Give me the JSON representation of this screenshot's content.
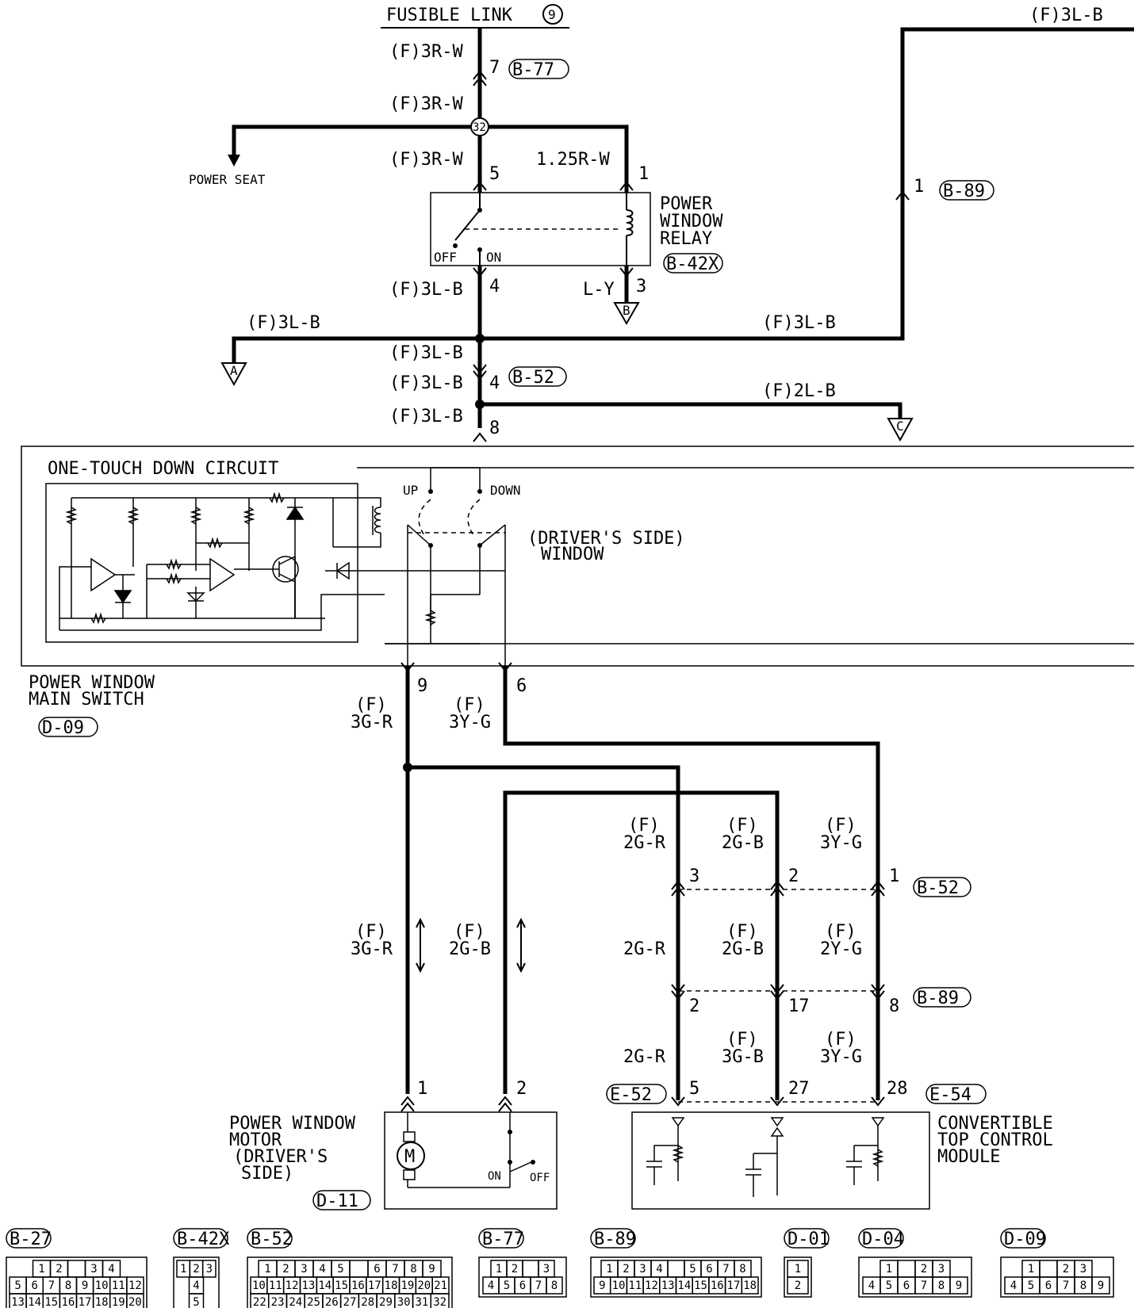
{
  "title": "FUSIBLE LINK",
  "fusible_link_num": "9",
  "top_right_wire": "(F)3L-B",
  "wires": {
    "w_3rw_a": "(F)3R-W",
    "w_3rw_b": "(F)3R-W",
    "w_3rw_c": "(F)3R-W",
    "w_125rw": "1.25R-W",
    "w_3lb_relay": "(F)3L-B",
    "w_ly": "L-Y",
    "w_3lb_left": "(F)3L-B",
    "w_3lb_right": "(F)3L-B",
    "w_3lb_d": "(F)3L-B",
    "w_3lb_e": "(F)3L-B",
    "w_3lb_f": "(F)3L-B",
    "w_2lb": "(F)2L-B",
    "w_3gr_f": "(F)",
    "w_3gr": "3G-R",
    "w_3yg_f": "(F)",
    "w_3yg": "3Y-G",
    "w_3gr2_f": "(F)",
    "w_3gr2": "3G-R",
    "w_2gb_f": "(F)",
    "w_2gb": "2G-B",
    "c1_f": "(F)",
    "c1": "2G-R",
    "c2_f": "(F)",
    "c2": "2G-B",
    "c3_f": "(F)",
    "c3": "3Y-G",
    "m1": "2G-R",
    "m2_f": "(F)",
    "m2": "2G-B",
    "m3_f": "(F)",
    "m3": "2Y-G",
    "b1": "2G-R",
    "b2_f": "(F)",
    "b2": "3G-B",
    "b3_f": "(F)",
    "b3": "3Y-G"
  },
  "pins": {
    "p7": "7",
    "p5": "5",
    "p1r": "1",
    "p4r": "4",
    "p3r": "3",
    "p1b89": "1",
    "p4b52": "4",
    "p8": "8",
    "p9": "9",
    "p6": "6",
    "pc3": "3",
    "pc2": "2",
    "pc1": "1",
    "pm2": "2",
    "pm17": "17",
    "pm8": "8",
    "pb5": "5",
    "pb27": "27",
    "pb28": "28",
    "pmot1": "1",
    "pmot2": "2"
  },
  "connectors": {
    "b77": "B-77",
    "b89": "B-89",
    "b42x": "B-42X",
    "b52": "B-52",
    "b52b": "B-52",
    "b89b": "B-89",
    "e52": "E-52",
    "e54": "E-54",
    "d09": "D-09",
    "d11": "D-11"
  },
  "labels": {
    "power_seat": "POWER SEAT",
    "relay_1": "POWER",
    "relay_2": "WINDOW",
    "relay_3": "RELAY",
    "off": "OFF",
    "on": "ON",
    "gnd_a": "A",
    "gnd_b": "B",
    "gnd_c": "C",
    "one_touch": "ONE-TOUCH DOWN CIRCUIT",
    "up": "UP",
    "down": "DOWN",
    "drivers_1": "(DRIVER'S SIDE)",
    "drivers_2": "WINDOW",
    "main_switch_1": "POWER WINDOW",
    "main_switch_2": "MAIN SWITCH",
    "motor_1": "POWER WINDOW",
    "motor_2": "MOTOR",
    "motor_3": "(DRIVER'S",
    "motor_4": "SIDE)",
    "m_on": "ON",
    "m_off": "OFF",
    "motor_m": "M",
    "module_1": "CONVERTIBLE",
    "module_2": "TOP CONTROL",
    "module_3": "MODULE"
  },
  "legend": [
    {
      "id": "B-27",
      "rows": [
        [
          "1",
          "2",
          "",
          "3",
          "4"
        ],
        [
          "5",
          "6",
          "7",
          "8",
          "9",
          "10",
          "11",
          "12"
        ],
        [
          "13",
          "14",
          "15",
          "16",
          "17",
          "18",
          "19",
          "20"
        ]
      ]
    },
    {
      "id": "B-42X",
      "rows": [
        [
          "1",
          "2",
          "3"
        ],
        [
          "4"
        ],
        [
          "5"
        ]
      ]
    },
    {
      "id": "B-52",
      "rows": [
        [
          "1",
          "2",
          "3",
          "4",
          "5",
          "",
          "6",
          "7",
          "8",
          "9"
        ],
        [
          "10",
          "11",
          "12",
          "13",
          "14",
          "15",
          "16",
          "17",
          "18",
          "19",
          "20",
          "21"
        ],
        [
          "22",
          "23",
          "24",
          "25",
          "26",
          "27",
          "28",
          "29",
          "30",
          "31",
          "32"
        ]
      ]
    },
    {
      "id": "B-77",
      "rows": [
        [
          "1",
          "2",
          "",
          "3"
        ],
        [
          "4",
          "5",
          "6",
          "7",
          "8"
        ]
      ]
    },
    {
      "id": "B-89",
      "rows": [
        [
          "1",
          "2",
          "3",
          "4",
          "",
          "5",
          "6",
          "7",
          "8"
        ],
        [
          "9",
          "10",
          "11",
          "12",
          "13",
          "14",
          "15",
          "16",
          "17",
          "18"
        ]
      ]
    },
    {
      "id": "D-01",
      "rows": [
        [
          "1"
        ],
        [
          "2"
        ]
      ]
    },
    {
      "id": "D-04",
      "rows": [
        [
          "1",
          "",
          "2",
          "3"
        ],
        [
          "4",
          "5",
          "6",
          "7",
          "8",
          "9"
        ]
      ]
    },
    {
      "id": "D-09",
      "rows": [
        [
          "1",
          "",
          "2",
          "3"
        ],
        [
          "4",
          "5",
          "6",
          "7",
          "8",
          "9"
        ]
      ]
    }
  ]
}
